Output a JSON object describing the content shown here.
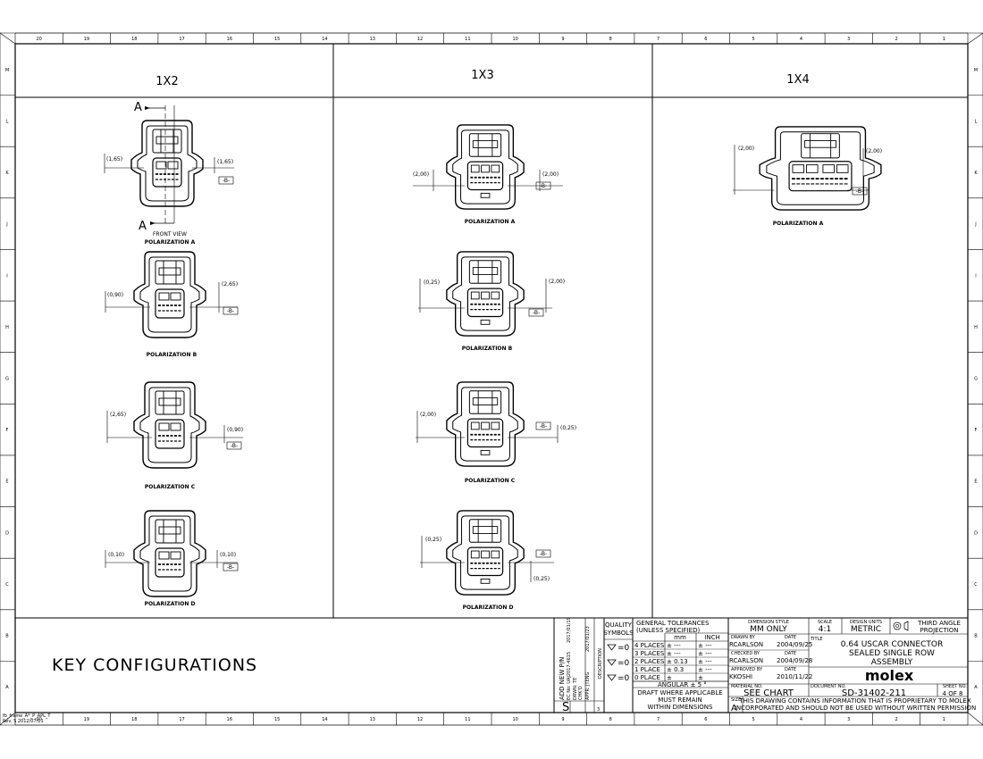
{
  "grid": {
    "columns": [
      "20",
      "19",
      "18",
      "17",
      "16",
      "15",
      "14",
      "13",
      "12",
      "11",
      "10",
      "9",
      "8",
      "7",
      "6",
      "5",
      "4",
      "3",
      "2",
      "1"
    ],
    "rows": [
      "M",
      "L",
      "K",
      "J",
      "I",
      "H",
      "G",
      "F",
      "E",
      "D",
      "C",
      "B",
      "A"
    ]
  },
  "sections": [
    {
      "title": "1X2"
    },
    {
      "title": "1X3"
    },
    {
      "title": "1X4"
    }
  ],
  "views": {
    "c1a": {
      "label": "POLARIZATION A",
      "sub": "FRONT VIEW",
      "dims": [
        "(1,65)",
        "(1,65)"
      ],
      "datum": "-B-",
      "section": "A"
    },
    "c1b": {
      "label": "POLARIZATION B",
      "dims": [
        "(0,90)",
        "(2,65)"
      ],
      "datum": "-B-"
    },
    "c1c": {
      "label": "POLARIZATION C",
      "dims": [
        "(2,65)",
        "(0,90)"
      ],
      "datum": "-B-"
    },
    "c1d": {
      "label": "POLARIZATION D",
      "dims": [
        "(0,10)",
        "(0,10)"
      ],
      "datum": "-B-"
    },
    "c2a": {
      "label": "POLARIZATION A",
      "dims": [
        "(2,00)",
        "(2,00)"
      ],
      "datum": "-B-"
    },
    "c2b": {
      "label": "POLARIZATION B",
      "dims": [
        "(0,25)",
        "(2,00)"
      ],
      "datum": "-B-"
    },
    "c2c": {
      "label": "POLARIZATION C",
      "dims": [
        "(2,00)",
        "(0,25)"
      ],
      "datum": "-B-"
    },
    "c2d": {
      "label": "POLARIZATION D",
      "dims": [
        "(0,25)",
        "(0,25)"
      ],
      "datum": "-B-"
    },
    "c3a": {
      "label": "POLARIZATION A",
      "dims": [
        "(2,00)",
        "(2,00)"
      ],
      "datum": "-B-"
    }
  },
  "key_title": "KEY CONFIGURATIONS",
  "revision": {
    "text": "ADD NEW P/N",
    "ec": "EC No: UAJ2017-4615",
    "date1": "2017/01/19",
    "drwn": "DRWN: TE",
    "chkd": "CHK'D",
    "apprd": "APPR: JTENG",
    "date2": "2017/01/23",
    "desc": "DESCRIPTION",
    "rev": "S",
    "rev_no": "3"
  },
  "quality": {
    "title1": "QUALITY",
    "title2": "SYMBOLS",
    "rows": [
      "=0",
      "=0",
      "=0"
    ]
  },
  "tolerances": {
    "title1": "GENERAL TOLERANCES",
    "title2": "(UNLESS SPECIFIED)",
    "mm": "mm",
    "inch": "INCH",
    "rows": [
      {
        "label": "4 PLACES",
        "mm": "± ---",
        "inch": "± ---"
      },
      {
        "label": "3 PLACES",
        "mm": "± ---",
        "inch": "± ---"
      },
      {
        "label": "2 PLACES",
        "mm": "± 0.13",
        "inch": "± ---"
      },
      {
        "label": "1 PLACE",
        "mm": "± 0.3",
        "inch": "± ---"
      },
      {
        "label": "0 PLACE",
        "mm": "±",
        "inch": "±"
      }
    ],
    "angular": "ANGULAR ± 5 °",
    "draft1": "DRAFT WHERE APPLICABLE",
    "draft2": "MUST REMAIN",
    "draft3": "WITHIN DIMENSIONS"
  },
  "titleblock": {
    "dim_style_label": "DIMENSION STYLE",
    "dim_style": "MM ONLY",
    "scale_label": "SCALE",
    "scale": "4:1",
    "units_label": "DESIGN UNITS",
    "units": "METRIC",
    "projection1": "THIRD ANGLE",
    "projection2": "PROJECTION",
    "drawn_label": "DRAWN BY",
    "drawn_by": "RCARLSON",
    "drawn_date": "2004/09/25",
    "checked_label": "CHECKED BY",
    "checked_by": "RCARLSON",
    "checked_date": "2004/09/28",
    "approved_label": "APPROVED BY",
    "approved_by": "KKOSHI",
    "approved_date": "2010/11/22",
    "date_label": "DATE",
    "title_label": "TITLE",
    "title1": "0.64 USCAR CONNECTOR",
    "title2": "SEALED SINGLE ROW",
    "title3": "ASSEMBLY",
    "logo": "molex",
    "material_label": "MATERIAL NO.",
    "material": "SEE CHART",
    "doc_label": "DOCUMENT NO.",
    "doc": "SD-31402-211",
    "sheet_label": "SHEET NO.",
    "sheet": "4 OF 8",
    "size_label": "SIZE",
    "size": "A",
    "notice1": "THIS DRAWING CONTAINS INFORMATION THAT IS PROPRIETARY TO MOLEX",
    "notice2": "INCORPORATED AND SHOULD NOT BE USED WITHOUT WRITTEN PERMISSION"
  },
  "footer": {
    "line1": "fb_frame_A*_P_APL_T",
    "line2": "Rev. S 2012/07/11"
  }
}
